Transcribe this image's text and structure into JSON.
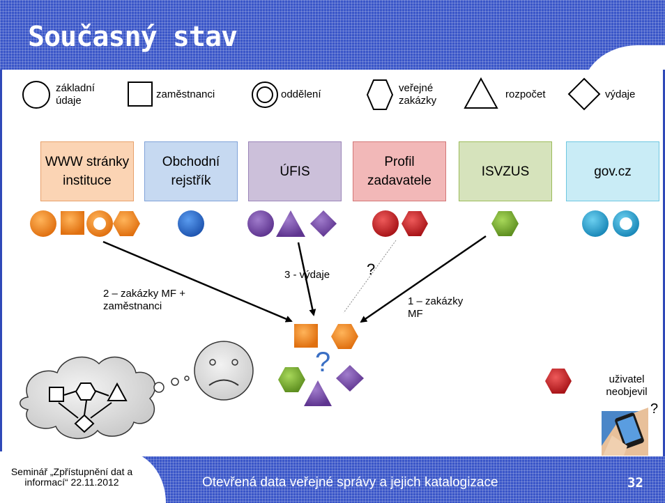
{
  "header": {
    "title": "Současný stav"
  },
  "legend": {
    "circle": "základní údaje",
    "square": "zaměstnanci",
    "double_circle": "oddělení",
    "hexagon": "veřejné zakázky",
    "triangle": "rozpočet",
    "diamond": "výdaje"
  },
  "sources": [
    {
      "label": "WWW stránky instituce",
      "fill": "#fbd4b4",
      "border": "#e8a06a"
    },
    {
      "label": "Obchodní rejstřík",
      "fill": "#c6d9f1",
      "border": "#7fa2d8"
    },
    {
      "label": "ÚFIS",
      "fill": "#ccc0da",
      "border": "#9a84b8"
    },
    {
      "label": "Profil zadavatele",
      "fill": "#f2b8b8",
      "border": "#d27676"
    },
    {
      "label": "ISVZUS",
      "fill": "#d6e3bc",
      "border": "#9bbb59"
    },
    {
      "label": "gov.cz",
      "fill": "#c9ecf6",
      "border": "#6ec6e0"
    }
  ],
  "colors": {
    "orange": "#f28a1e",
    "blue": "#2f6fcc",
    "purple": "#7b4fa8",
    "red": "#c8242a",
    "green": "#7fb030",
    "cyan": "#2aa6d0"
  },
  "annotations": {
    "arrow1": "1 – zakázky MF",
    "arrow2": "2 – zakázky MF + zaměstnanci",
    "arrow3": "3 - výdaje",
    "question_big": "?",
    "question_small": "?",
    "question_user": "?",
    "user": "uživatel neobjevil"
  },
  "footer": {
    "seminar": "Seminář „Zpřístupnění dat a informací“ 22.11.2012",
    "title": "Otevřená data veřejné správy a jejich katalogizace",
    "page": "32"
  },
  "icons": [
    "sad-face-icon",
    "thought-cloud-icon",
    "phone-hand-icon"
  ]
}
